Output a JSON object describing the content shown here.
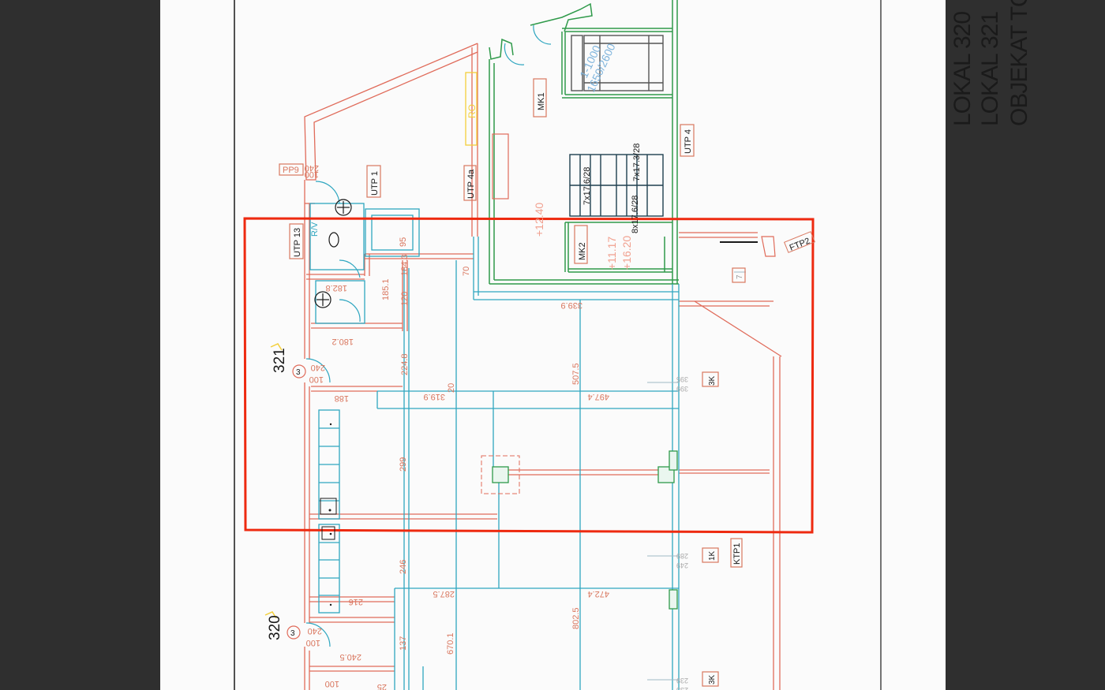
{
  "colors": {
    "background": "#2f2f2f",
    "sheet": "#fbfbfb",
    "wall_red": "#e06b5a",
    "wall_green": "#2f9a4a",
    "grid_blue": "#2fa6c0",
    "highlight": "#ee2a10",
    "dim_text": "#d9775f",
    "yellow": "#f3cf3a",
    "ink": "#1a1a1a"
  },
  "title_block": {
    "line1": "LOKAL 320",
    "line2": "LOKAL 321",
    "line3": "OBJEKAT TQ PL"
  },
  "labels": {
    "utp13": "UTP 13",
    "utp1": "UTP 1",
    "utp4a": "UTP 4a",
    "utp4": "UTP 4",
    "mk1": "MK1",
    "mk2": "MK2",
    "pp9": "PP9",
    "ftp2": "FTP2",
    "ktp1": "KTP1",
    "lokal321": "321",
    "lokal320": "320",
    "ro": "RO",
    "rv": "R/V",
    "stair1": "7x17.6/28",
    "stair2": "7x17.3/28",
    "stair3": "8x17.6/28",
    "elev1": "+11.17",
    "elev2": "+16.20",
    "elev3": "+12.40",
    "lift1": "1-1000",
    "lift2": "1650/2600",
    "door3a": "3",
    "door3b": "3",
    "k3a": "3K",
    "k1": "1K",
    "k3b": "3K",
    "seven": "7"
  },
  "dimensions": {
    "d95": "95",
    "d70": "70",
    "d1843": "184.3",
    "d1851": "185.1",
    "d120": "120",
    "d1828": "182.8",
    "d1802": "180.2",
    "d2248": "224.8",
    "d3399": "339.9",
    "d5075": "507.5",
    "d188": "188",
    "d3199": "319.9",
    "d4974": "497.4",
    "d20": "20",
    "d299": "299",
    "d246": "246",
    "d216": "216",
    "d2875": "287.5",
    "d4724": "472.4",
    "d8025": "802.5",
    "d137": "137",
    "d6701": "670.1",
    "d2405": "240.5",
    "d100a": "100",
    "d240a": "240",
    "d100b": "100",
    "d240b": "240",
    "d100c": "100",
    "d240c": "240",
    "d100d": "100",
    "d25": "25",
    "d399": "399",
    "d395": "395",
    "d249": "249",
    "d289": "289",
    "d239": "239",
    "d235": "235"
  }
}
